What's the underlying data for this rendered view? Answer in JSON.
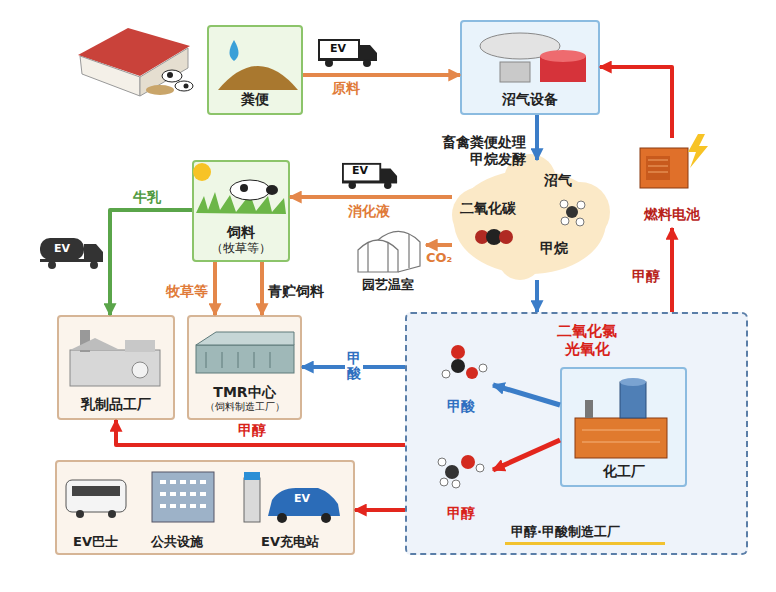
{
  "diagram": {
    "nodes": [
      {
        "text": [
          "粪便"
        ]
      },
      {
        "text": [
          "沼气设备"
        ]
      },
      {
        "text": [
          "饲料",
          "（牧草等）"
        ]
      },
      {
        "text": [
          "沼气",
          "二氧化碳",
          "甲烷"
        ]
      },
      {
        "text": [
          "园艺温室"
        ]
      },
      {
        "text": [
          "燃料电池"
        ]
      },
      {
        "text": [
          "乳制品工厂"
        ]
      },
      {
        "text": [
          "TMR中心",
          "（饲料制造工厂）"
        ]
      },
      {
        "text": [
          "二氧化氯 光氧化",
          "甲醇·甲酸制造工厂"
        ]
      },
      {
        "text": [
          "甲酸"
        ],
        "in": 8
      },
      {
        "text": [
          "化工厂"
        ],
        "in": 8
      },
      {
        "text": [
          "甲醇"
        ],
        "in": 8
      },
      {
        "text": [
          "EV巴士",
          "公共设施",
          "EV充电站"
        ]
      }
    ],
    "edges": [
      {
        "from": 0,
        "to": 1,
        "label": "原料",
        "arrow": "to"
      },
      {
        "from": 1,
        "to": 3,
        "label": "畜禽粪便处理 甲烷发酵",
        "arrow": "to"
      },
      {
        "from": 3,
        "to": 2,
        "label": "消化液",
        "arrow": "to"
      },
      {
        "from": 3,
        "to": 4,
        "label": "CO₂",
        "arrow": "to"
      },
      {
        "from": 3,
        "to": 8,
        "arrow": "to"
      },
      {
        "from": 2,
        "to": 6,
        "label": "牛乳",
        "arrow": "to"
      },
      {
        "from": 2,
        "to": 7,
        "label": "牧草等",
        "arrow": "to"
      },
      {
        "from": 2,
        "to": 7,
        "label": "青贮饲料",
        "arrow": "to"
      },
      {
        "from": 8,
        "to": 7,
        "label": "甲酸",
        "arrow": "to"
      },
      {
        "from": 8,
        "to": 6,
        "label": "甲醇",
        "arrow": "to"
      },
      {
        "from": 8,
        "to": 12,
        "arrow": "to"
      },
      {
        "from": 8,
        "to": 5,
        "label": "甲醇",
        "arrow": "to"
      },
      {
        "from": 5,
        "to": 1,
        "arrow": "to"
      },
      {
        "from": 10,
        "to": 9,
        "arrow": "to"
      },
      {
        "from": 10,
        "to": 11,
        "arrow": "to"
      }
    ],
    "labels": [
      "EV",
      "EV",
      "EV",
      "EV"
    ]
  }
}
